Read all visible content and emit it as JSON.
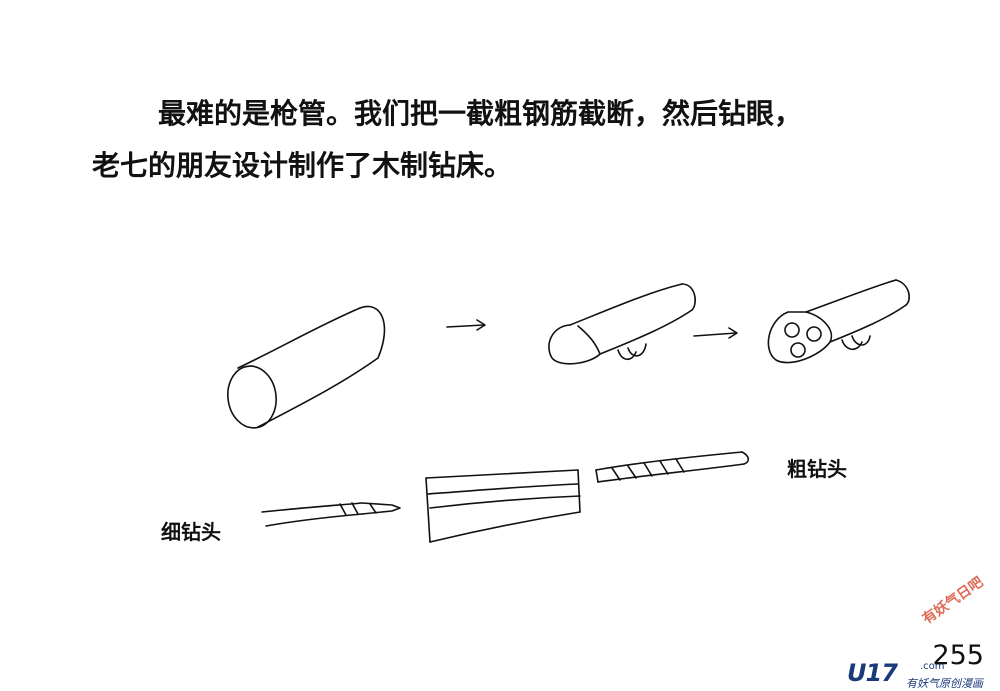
{
  "caption": {
    "line1": "最难的是枪管。我们把一截粗钢筋截断，然后钻眼，",
    "line2": "老七的朋友设计制作了木制钻床。"
  },
  "labels": {
    "thin_drill": "细钻头",
    "thick_drill": "粗钻头"
  },
  "page_number": "255",
  "watermark": {
    "logo": "U17",
    "domain": ".com",
    "slogan": "有妖气原创漫画",
    "badge": "有妖气日吧"
  }
}
